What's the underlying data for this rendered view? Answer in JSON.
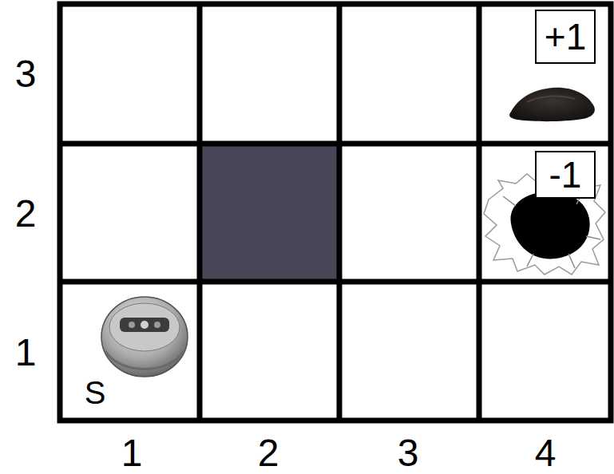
{
  "diagram": {
    "nodes": [
      {
        "text": [
          "+1"
        ]
      },
      {
        "text": [
          "-1"
        ]
      }
    ],
    "labels": [
      "3",
      "2",
      "1",
      "S",
      "1",
      "2",
      "3",
      "4"
    ]
  }
}
